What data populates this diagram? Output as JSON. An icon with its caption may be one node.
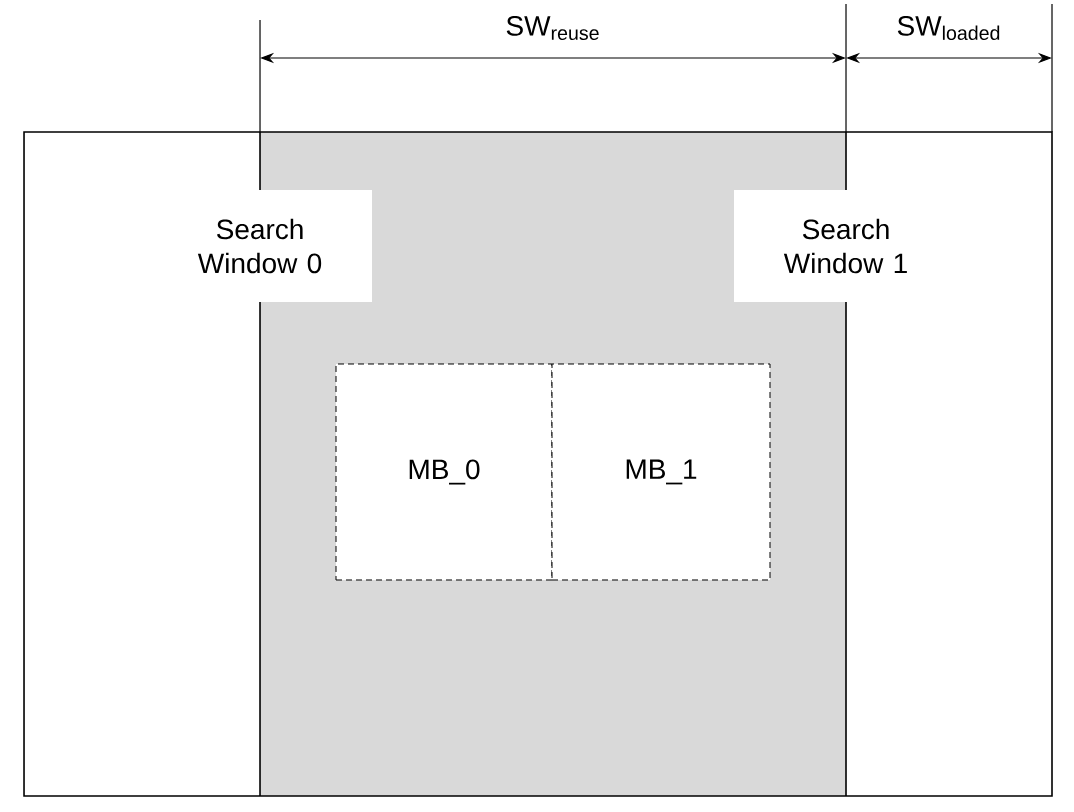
{
  "diagram": {
    "nodes": [
      {
        "text": [],
        "shape": "box"
      },
      {
        "text": [
          "Search Window 0"
        ],
        "in": 0
      },
      {
        "text": [
          "Search Window 1"
        ],
        "in": 0
      },
      {
        "text": [
          "MB_0"
        ],
        "in": 0
      },
      {
        "text": [
          "MB_1"
        ],
        "in": 0
      }
    ],
    "edges": [],
    "labels": [
      "SW$_{reuse}$",
      "SW$_{loaded}$"
    ]
  }
}
